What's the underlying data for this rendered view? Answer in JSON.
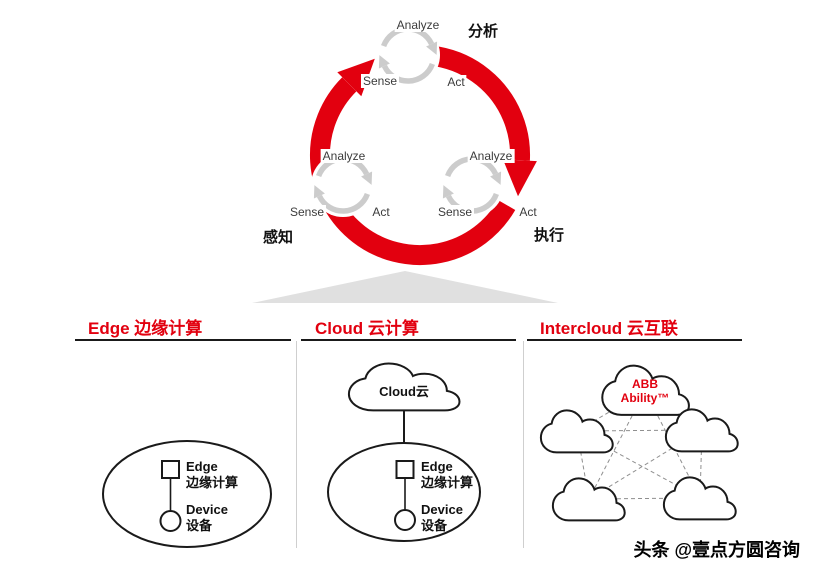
{
  "colors": {
    "accent_red": "#e2000f"
  },
  "cycle_section": {
    "cycles": [
      {
        "analyze": "Analyze",
        "sense": "Sense",
        "act": "Act",
        "stage_zh": "分析"
      },
      {
        "analyze": "Analyze",
        "sense": "Sense",
        "act": "Act",
        "stage_zh": "感知"
      },
      {
        "analyze": "Analyze",
        "sense": "Sense",
        "act": "Act",
        "stage_zh": "执行"
      }
    ],
    "icons": {
      "main": "red-circular-arrows-icon",
      "sub": "gray-circular-arrows-icon"
    }
  },
  "columns": [
    {
      "title": "Edge 边缘计算",
      "edge_en": "Edge",
      "edge_zh": "边缘计算",
      "device_en": "Device",
      "device_zh": "设备"
    },
    {
      "title": "Cloud 云计算",
      "cloud_label": "Cloud云",
      "edge_en": "Edge",
      "edge_zh": "边缘计算",
      "device_en": "Device",
      "device_zh": "设备"
    },
    {
      "title": "Intercloud 云互联",
      "hub_line1": "ABB",
      "hub_line2": "Ability™"
    }
  ],
  "watermark": "头条 @壹点方圆咨询"
}
